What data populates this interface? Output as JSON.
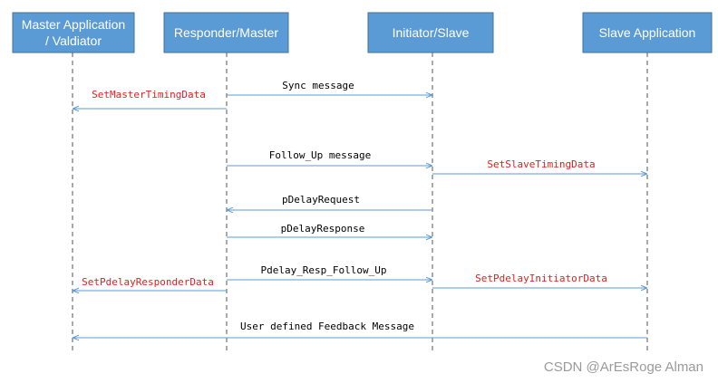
{
  "diagram": {
    "participants": [
      {
        "id": "master-app",
        "lines": [
          "Master Application",
          "/ Valdiator"
        ]
      },
      {
        "id": "responder",
        "lines": [
          "Responder/Master"
        ]
      },
      {
        "id": "initiator",
        "lines": [
          "Initiator/Slave"
        ]
      },
      {
        "id": "slave-app",
        "lines": [
          "Slave Application"
        ]
      }
    ],
    "messages": [
      {
        "id": "sync-message",
        "from": "responder",
        "to": "initiator",
        "label": "Sync message",
        "color": "#000000"
      },
      {
        "id": "set-master-timing-data",
        "from": "responder",
        "to": "master-app",
        "label": "SetMasterTimingData",
        "color": "#e02020"
      },
      {
        "id": "follow-up-message",
        "from": "responder",
        "to": "initiator",
        "label": "Follow_Up message",
        "color": "#000000"
      },
      {
        "id": "set-slave-timing-data",
        "from": "initiator",
        "to": "slave-app",
        "label": "SetSlaveTimingData",
        "color": "#e02020"
      },
      {
        "id": "pdelay-request",
        "from": "initiator",
        "to": "responder",
        "label": "pDelayRequest",
        "color": "#000000"
      },
      {
        "id": "pdelay-response",
        "from": "responder",
        "to": "initiator",
        "label": "pDelayResponse",
        "color": "#000000"
      },
      {
        "id": "pdelay-resp-follow-up",
        "from": "responder",
        "to": "initiator",
        "label": "Pdelay_Resp_Follow_Up",
        "color": "#000000"
      },
      {
        "id": "set-pdelay-initiator-data",
        "from": "initiator",
        "to": "slave-app",
        "label": "SetPdelayInitiatorData",
        "color": "#e02020"
      },
      {
        "id": "set-pdelay-responder-data",
        "from": "responder",
        "to": "master-app",
        "label": "SetPdelayResponderData",
        "color": "#e02020"
      },
      {
        "id": "user-defined-feedback",
        "from": "slave-app",
        "to": "master-app",
        "label": "User defined Feedback Message",
        "color": "#000000"
      }
    ],
    "colors": {
      "box_fill": "#5b9bd5",
      "box_stroke": "#41719c",
      "arrow": "#5b9bd5",
      "lifeline": "#555555"
    }
  },
  "watermark": "CSDN @ArEsRoge Alman"
}
